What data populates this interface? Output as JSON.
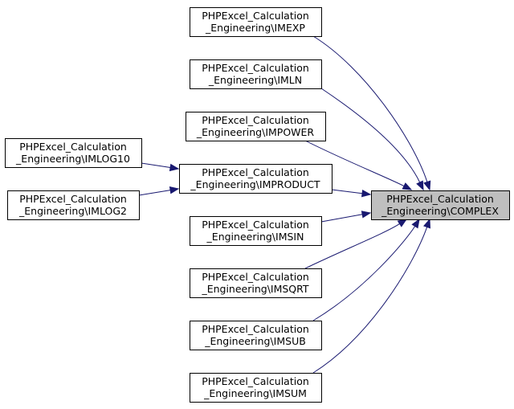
{
  "colors": {
    "edge": "#191970",
    "node_fill": "#ffffff",
    "focus_fill": "#bfbfbf",
    "border": "#000000"
  },
  "nodes": [
    {
      "id": "imexp",
      "line1": "PHPExcel_Calculation",
      "line2": "_Engineering\\IMEXP",
      "focus": false
    },
    {
      "id": "imln",
      "line1": "PHPExcel_Calculation",
      "line2": "_Engineering\\IMLN",
      "focus": false
    },
    {
      "id": "impower",
      "line1": "PHPExcel_Calculation",
      "line2": "_Engineering\\IMPOWER",
      "focus": false
    },
    {
      "id": "imlog10",
      "line1": "PHPExcel_Calculation",
      "line2": "_Engineering\\IMLOG10",
      "focus": false
    },
    {
      "id": "improduct",
      "line1": "PHPExcel_Calculation",
      "line2": "_Engineering\\IMPRODUCT",
      "focus": false
    },
    {
      "id": "imlog2",
      "line1": "PHPExcel_Calculation",
      "line2": "_Engineering\\IMLOG2",
      "focus": false
    },
    {
      "id": "complex",
      "line1": "PHPExcel_Calculation",
      "line2": "_Engineering\\COMPLEX",
      "focus": true
    },
    {
      "id": "imsin",
      "line1": "PHPExcel_Calculation",
      "line2": "_Engineering\\IMSIN",
      "focus": false
    },
    {
      "id": "imsqrt",
      "line1": "PHPExcel_Calculation",
      "line2": "_Engineering\\IMSQRT",
      "focus": false
    },
    {
      "id": "imsub",
      "line1": "PHPExcel_Calculation",
      "line2": "_Engineering\\IMSUB",
      "focus": false
    },
    {
      "id": "imsum",
      "line1": "PHPExcel_Calculation",
      "line2": "_Engineering\\IMSUM",
      "focus": false
    }
  ],
  "edges": [
    {
      "from": "imexp",
      "to": "complex"
    },
    {
      "from": "imln",
      "to": "complex"
    },
    {
      "from": "impower",
      "to": "complex"
    },
    {
      "from": "improduct",
      "to": "complex"
    },
    {
      "from": "imsin",
      "to": "complex"
    },
    {
      "from": "imsqrt",
      "to": "complex"
    },
    {
      "from": "imsub",
      "to": "complex"
    },
    {
      "from": "imsum",
      "to": "complex"
    },
    {
      "from": "imlog10",
      "to": "improduct"
    },
    {
      "from": "imlog2",
      "to": "improduct"
    }
  ]
}
